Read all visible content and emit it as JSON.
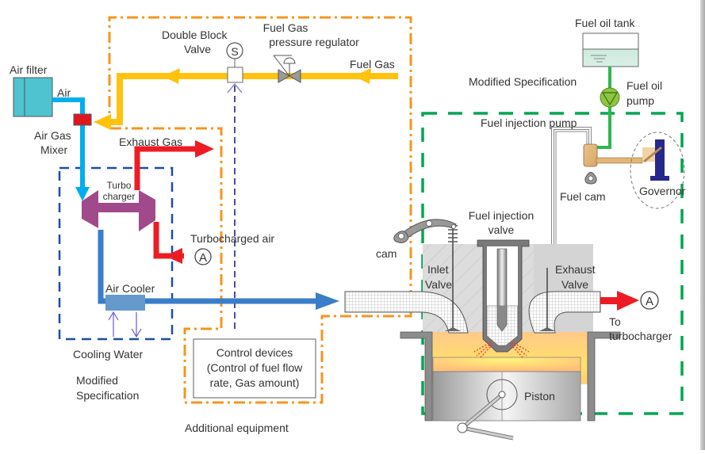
{
  "diagram": {
    "type": "process-flow",
    "subject": "Dual-fuel engine conversion: gas supply, air path and fuel-oil injection",
    "colors": {
      "fuel_gas": "#ffc20e",
      "air": "#00aeef",
      "charged_air": "#3a7dc9",
      "exhaust": "#ed1c24",
      "additional_equipment_boundary": "#f7941d",
      "modified_spec_engine_boundary": "#00a651",
      "modified_spec_air_boundary": "#1c4fa0",
      "control_signal": "#4b4ba8",
      "fuel_oil_line": "#2eb84b",
      "turbocharger": "#a04a8c",
      "governor": "#27288c",
      "combustion": "#ffd24a"
    },
    "labels": {
      "air_filter": "Air filter",
      "air": "Air",
      "air_gas_mixer_l1": "Air Gas",
      "air_gas_mixer_l2": "Mixer",
      "double_block_valve_l1": "Double Block",
      "double_block_valve_l2": "Valve",
      "solenoid_symbol": "S",
      "fuel_gas_regulator_l1": "Fuel Gas",
      "fuel_gas_regulator_l2": "pressure regulator",
      "fuel_gas": "Fuel Gas",
      "exhaust_gas": "Exhaust Gas",
      "turbocharger_l1": "Turbo",
      "turbocharger_l2": "charger",
      "turbocharged_air": "Turbocharged air",
      "connector_a": "A",
      "air_cooler": "Air Cooler",
      "cooling_water": "Cooling Water",
      "modified_spec_left_l1": "Modified",
      "modified_spec_left_l2": "Specification",
      "control_devices_l1": "Control devices",
      "control_devices_l2": "(Control of fuel flow",
      "control_devices_l3": "rate, Gas amount)",
      "additional_equipment": "Additional equipment",
      "fuel_oil_tank": "Fuel oil tank",
      "modified_spec_right": "Modified Specification",
      "fuel_oil_pump_l1": "Fuel oil",
      "fuel_oil_pump_l2": "pump",
      "fuel_injection_pump": "Fuel injection pump",
      "fuel_cam": "Fuel cam",
      "governor": "Governor",
      "fuel_injection_valve_l1": "Fuel injection",
      "fuel_injection_valve_l2": "valve",
      "cam": "cam",
      "inlet_valve_l1": "Inlet",
      "inlet_valve_l2": "Valve",
      "exhaust_valve_l1": "Exhaust",
      "exhaust_valve_l2": "Valve",
      "to_turbocharger_l1": "To",
      "to_turbocharger_l2": "turbocharger",
      "piston": "Piston"
    }
  }
}
